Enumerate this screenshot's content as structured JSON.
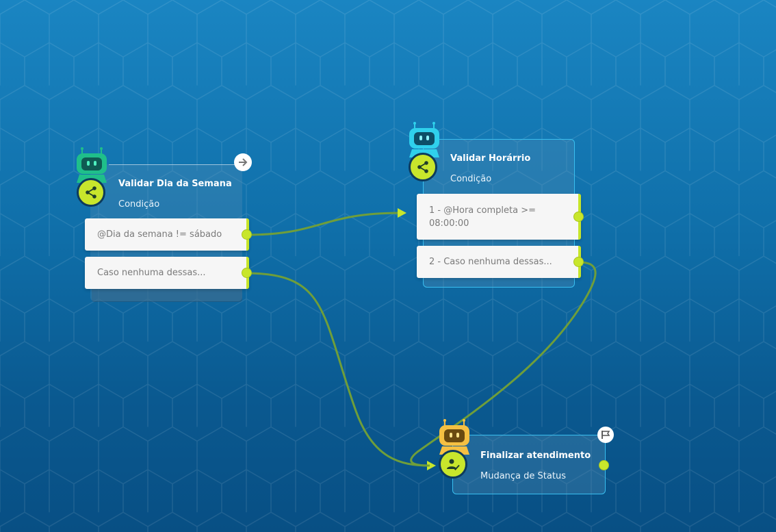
{
  "colors": {
    "accent_green": "#c8e62c",
    "edge_green": "#6f9e3a",
    "outline_blue": "#39bff0",
    "bot_green": "#1fbf8a",
    "bot_cyan": "#2fd0ec",
    "bot_yellow": "#f5c042"
  },
  "nodes": {
    "dia_semana": {
      "title": "Validar Dia da Semana",
      "subtitle": "Condição",
      "bot_icon": "robot-icon",
      "action_icon": "share-icon",
      "corner_icon": "arrow-right-icon",
      "conditions": [
        {
          "label": "@Dia da semana != sábado"
        },
        {
          "label": "Caso nenhuma dessas..."
        }
      ]
    },
    "horario": {
      "title": "Validar Horárrio",
      "subtitle": "Condição",
      "bot_icon": "robot-icon",
      "action_icon": "share-icon",
      "conditions": [
        {
          "line1": "1 - @Hora completa >=",
          "line2": "08:00:00"
        },
        {
          "label": "2 - Caso nenhuma dessas..."
        }
      ]
    },
    "finalizar": {
      "title": "Finalizar atendimento",
      "subtitle": "Mudança de Status",
      "bot_icon": "robot-icon",
      "action_icon": "user-check-icon",
      "corner_icon": "flag-icon"
    }
  }
}
